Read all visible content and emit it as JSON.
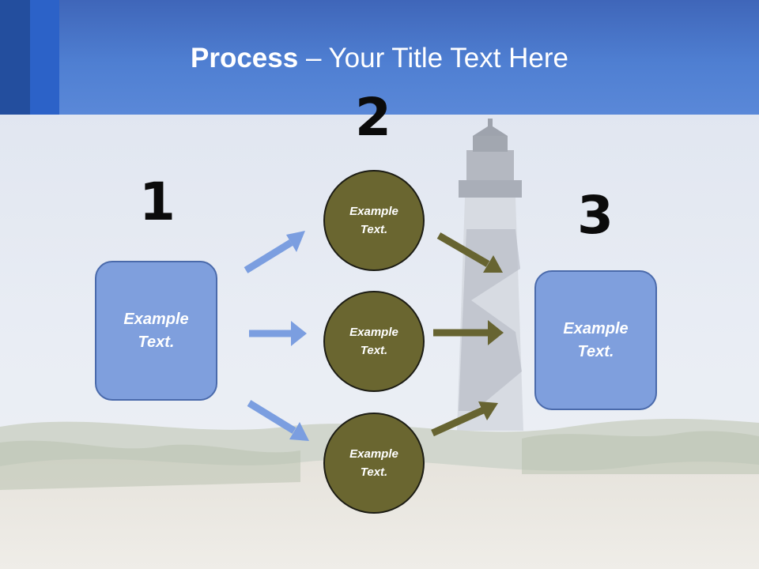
{
  "title": {
    "bold": "Process",
    "rest": " – Your Title Text Here"
  },
  "steps": [
    {
      "number": "1",
      "text": "Example\nText."
    },
    {
      "number": "2",
      "items": [
        "Example\nText.",
        "Example\nText.",
        "Example\nText."
      ]
    },
    {
      "number": "3",
      "text": "Example\nText."
    }
  ],
  "colors": {
    "header": "#4f7fd2",
    "box_fill": "#7f9fdd",
    "circle_fill": "#6a6630",
    "blue_arrow": "#7b9ee0",
    "olive_arrow": "#676431"
  }
}
